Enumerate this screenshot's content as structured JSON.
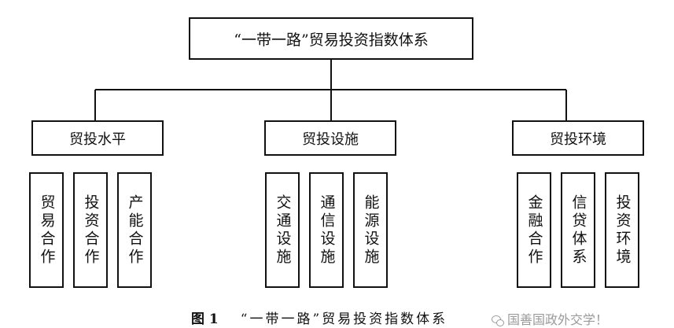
{
  "root": {
    "label": "“一带一路”贸易投资指数体系"
  },
  "categories": [
    {
      "label": "贸投水平",
      "items": [
        "贸易合作",
        "投资合作",
        "产能合作"
      ]
    },
    {
      "label": "贸投设施",
      "items": [
        "交通设施",
        "通信设施",
        "能源设施"
      ]
    },
    {
      "label": "贸投环境",
      "items": [
        "金融合作",
        "信贷体系",
        "投资环境"
      ]
    }
  ],
  "caption": {
    "figure": "图 1",
    "text": "“一带一路”贸易投资指数体系"
  },
  "watermark": {
    "text": "国善国政外交学！"
  }
}
